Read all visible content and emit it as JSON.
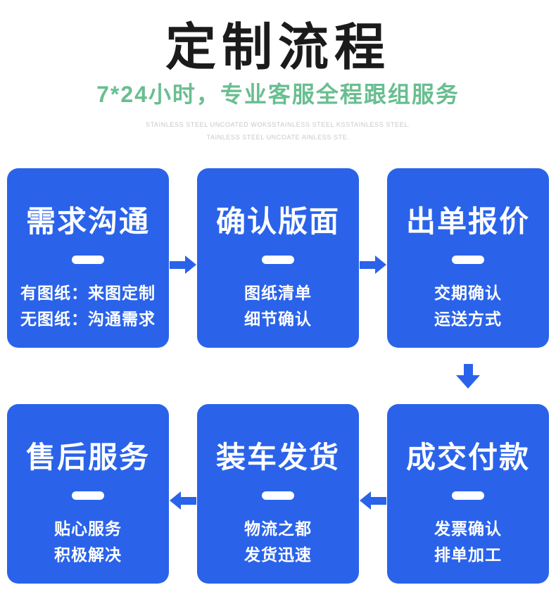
{
  "page": {
    "title": "定制流程",
    "subtitle": "7*24小时，专业客服全程跟组服务",
    "watermark_line1": "STAINLESS STEEL UNCOATED WOKSSTAINLESS STEEL KSSTAINLESS STEEL.",
    "watermark_line2": "TAINLESS STEEL UNCOATE AINLESS STE."
  },
  "colors": {
    "box_blue": "#2a63ea",
    "subtitle_green": "#69be90",
    "title_black": "#1b1b1b",
    "watermark_gray": "#c8c8c8",
    "box_text_white": "#ffffff"
  },
  "steps": [
    {
      "title": "需求沟通",
      "lines": [
        "有图纸：来图定制",
        "无图纸：沟通需求"
      ]
    },
    {
      "title": "确认版面",
      "lines": [
        "图纸清单",
        "细节确认"
      ]
    },
    {
      "title": "出单报价",
      "lines": [
        "交期确认",
        "运送方式"
      ]
    },
    {
      "title": "成交付款",
      "lines": [
        "发票确认",
        "排单加工"
      ]
    },
    {
      "title": "装车发货",
      "lines": [
        "物流之都",
        "发货迅速"
      ]
    },
    {
      "title": "售后服务",
      "lines": [
        "贴心服务",
        "积极解决"
      ]
    }
  ],
  "flow": {
    "row1_order": [
      "需求沟通",
      "确认版面",
      "出单报价"
    ],
    "row1_arrow_direction": "right",
    "connector": "down",
    "row2_order": [
      "售后服务",
      "装车发货",
      "成交付款"
    ],
    "row2_arrow_direction": "left"
  }
}
